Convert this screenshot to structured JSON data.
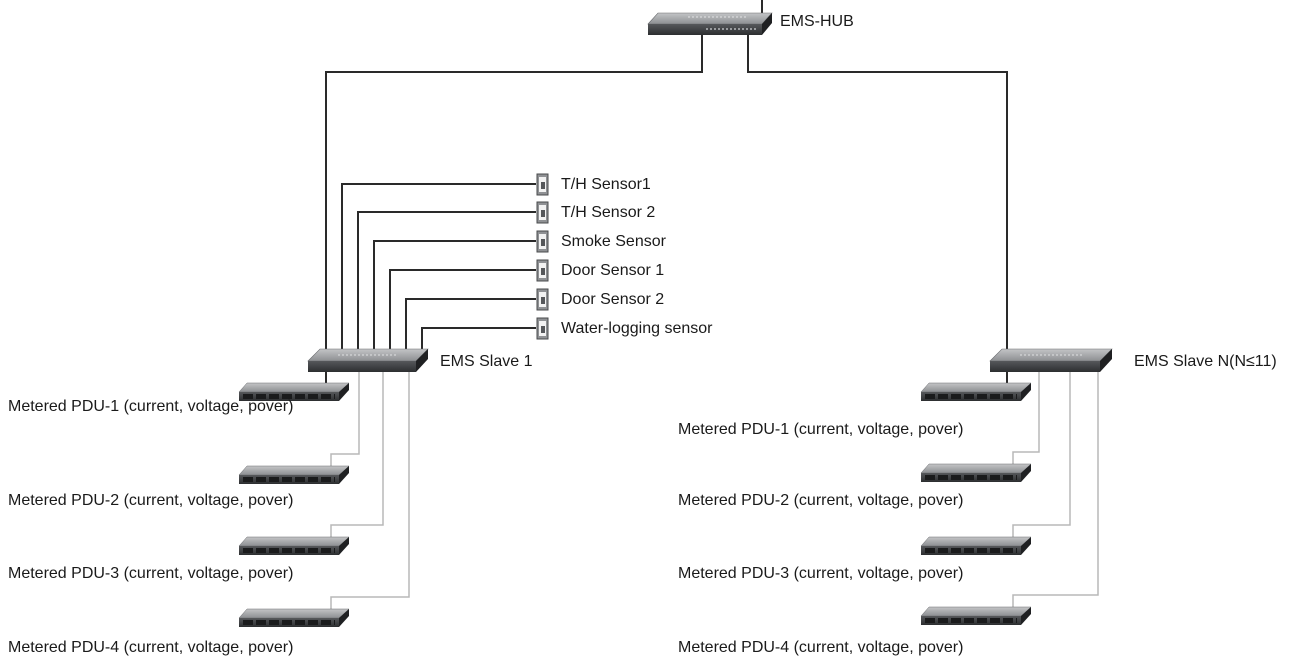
{
  "hub": {
    "label": "EMS-HUB",
    "icon": "network-switch-icon"
  },
  "slaves": [
    {
      "label": "EMS Slave 1",
      "icon": "network-switch-icon",
      "sensors": [
        {
          "label": "T/H Sensor1",
          "icon": "sensor-icon"
        },
        {
          "label": "T/H Sensor 2",
          "icon": "sensor-icon"
        },
        {
          "label": "Smoke Sensor",
          "icon": "sensor-icon"
        },
        {
          "label": "Door Sensor 1",
          "icon": "sensor-icon"
        },
        {
          "label": "Door Sensor 2",
          "icon": "sensor-icon"
        },
        {
          "label": "Water-logging sensor",
          "icon": "sensor-icon"
        }
      ],
      "pdus": [
        {
          "label": "Metered PDU-1 (current, voltage, pover)",
          "icon": "pdu-icon"
        },
        {
          "label": "Metered PDU-2 (current, voltage, pover)",
          "icon": "pdu-icon"
        },
        {
          "label": "Metered PDU-3 (current, voltage, pover)",
          "icon": "pdu-icon"
        },
        {
          "label": "Metered PDU-4 (current, voltage, pover)",
          "icon": "pdu-icon"
        }
      ]
    },
    {
      "label": "EMS Slave N(N≤11)",
      "icon": "network-switch-icon",
      "pdus": [
        {
          "label": "Metered PDU-1 (current, voltage, pover)",
          "icon": "pdu-icon"
        },
        {
          "label": "Metered PDU-2 (current, voltage, pover)",
          "icon": "pdu-icon"
        },
        {
          "label": "Metered PDU-3 (current, voltage, pover)",
          "icon": "pdu-icon"
        },
        {
          "label": "Metered PDU-4 (current, voltage, pover)",
          "icon": "pdu-icon"
        }
      ]
    }
  ],
  "colors": {
    "device_top": "#a9aaac",
    "device_front": "#3d3f42",
    "wire_dark": "#2a2a2a",
    "wire_light": "#b8b8b8"
  }
}
